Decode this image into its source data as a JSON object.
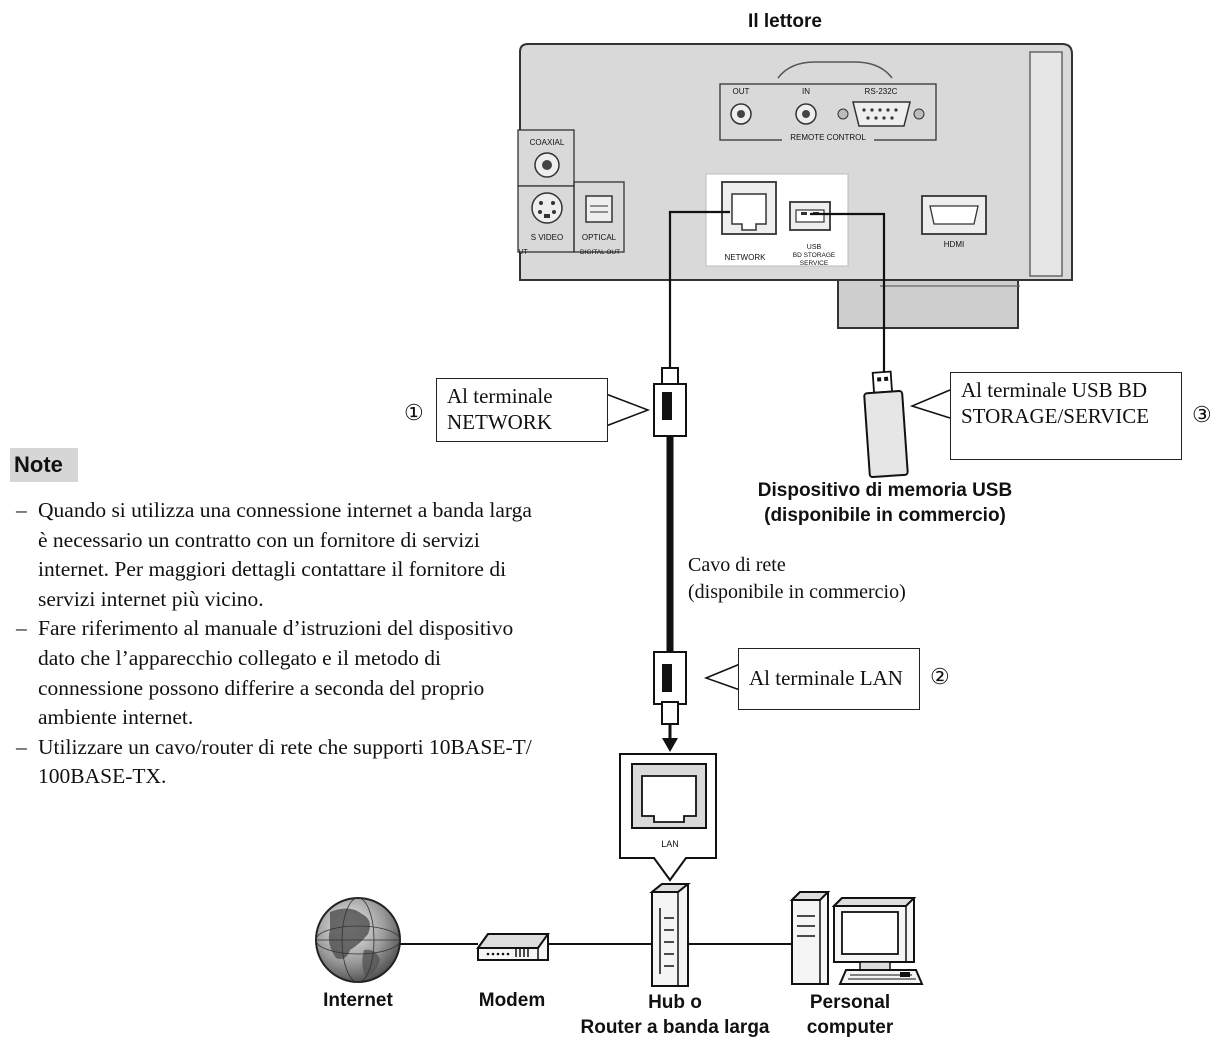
{
  "player_label": "Il lettore",
  "panel": {
    "out": "OUT",
    "in": "IN",
    "rs232c": "RS-232C",
    "remote_control": "REMOTE CONTROL",
    "coaxial": "COAXIAL",
    "s_video": "S VIDEO",
    "optical": "OPTICAL",
    "digital_out": "DIGITAL OUT",
    "ut": "UT",
    "network": "NETWORK",
    "usb_line1": "USB",
    "usb_line2": "BD STORAGE",
    "usb_line3": "SERVICE",
    "hdmi": "HDMI"
  },
  "callouts": {
    "network": {
      "number": "①",
      "line1": "Al terminale",
      "line2": "NETWORK"
    },
    "usb": {
      "number": "③",
      "line1": "Al terminale USB BD",
      "line2": "STORAGE/SERVICE"
    },
    "lan": {
      "number": "②",
      "line1": "Al terminale LAN"
    }
  },
  "usb_device": {
    "line1": "Dispositivo di memoria USB",
    "line2": "(disponibile in commercio)"
  },
  "cable": {
    "line1": "Cavo di rete",
    "line2": "(disponibile in commercio)"
  },
  "lan_port": "LAN",
  "devices": {
    "internet": "Internet",
    "modem": "Modem",
    "hub_line1": "Hub o",
    "hub_line2": "Router a banda larga",
    "pc_line1": "Personal",
    "pc_line2": "computer"
  },
  "note": {
    "heading": "Note",
    "items": [
      "Quando si utilizza una connessione internet a banda larga è necessario un contratto con un fornitore di servizi internet. Per maggiori dettagli contattare il fornitore di servizi internet più vicino.",
      "Fare riferimento al manuale d’istruzioni del dispositivo dato che l’apparecchio collegato e il metodo di connessione possono differire a seconda del proprio ambiente internet.",
      "Utilizzare un cavo/router di rete che supporti 10BASE-T/ 100BASE-TX."
    ]
  }
}
